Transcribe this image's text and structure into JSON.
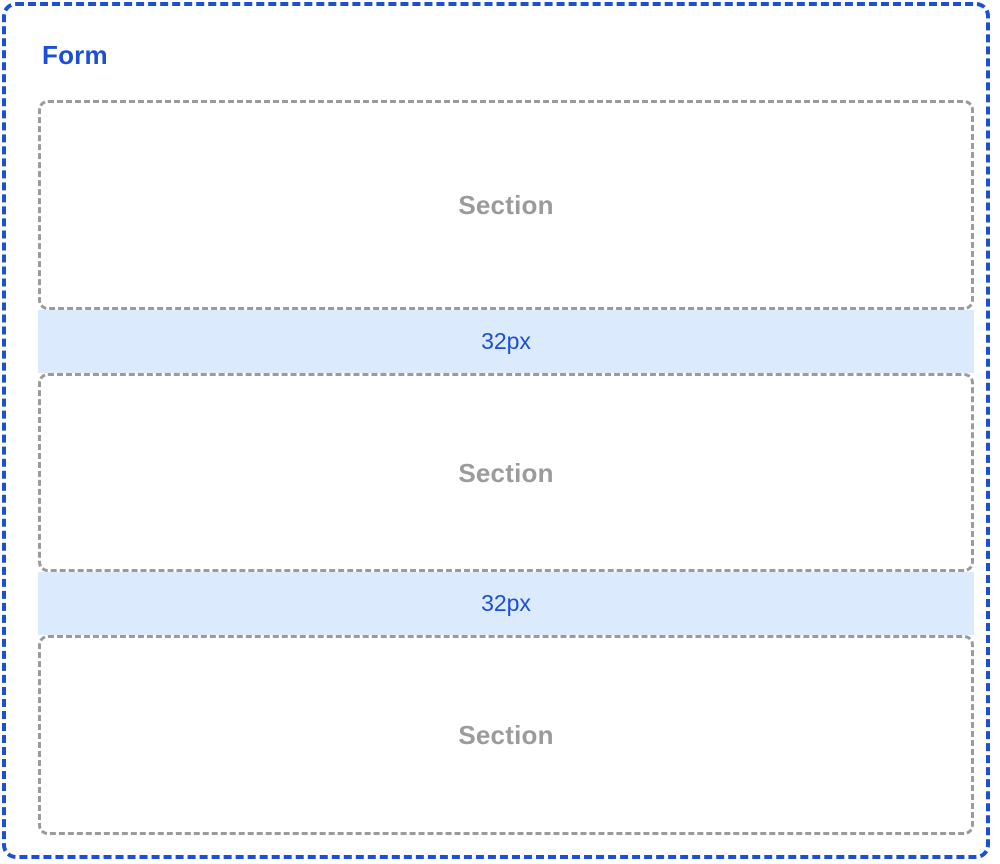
{
  "diagram": {
    "title": "Form",
    "accent_color": "#1a4fd6",
    "section_border_color": "#9b9b9b",
    "spacer_fill_color": "#dbeafc",
    "background_color": "#ffffff",
    "blocks": [
      {
        "kind": "section",
        "label": "Section"
      },
      {
        "kind": "spacer",
        "label": "32px"
      },
      {
        "kind": "section",
        "label": "Section"
      },
      {
        "kind": "spacer",
        "label": "32px"
      },
      {
        "kind": "section",
        "label": "Section"
      }
    ]
  }
}
